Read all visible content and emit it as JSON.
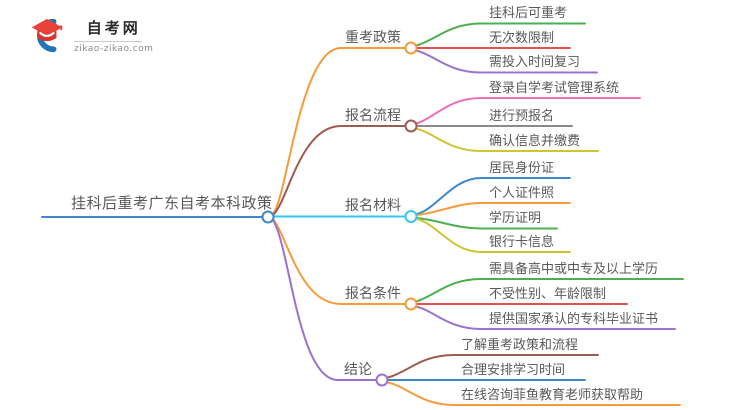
{
  "logo": {
    "site_name": "自考网",
    "site_url": "zikao-zikao.com",
    "icon": "graduation-cap-with-blue-crescent",
    "icon_blue": "#2273b8",
    "icon_red": "#e8433a",
    "icon_red_dark": "#c9322b"
  },
  "colors": {
    "text": "#595959",
    "background": "#ffffff"
  },
  "mindmap": {
    "central": {
      "label": "挂科后重考广东自考本科政策",
      "color": "#3f87c9"
    },
    "branches": [
      {
        "label": "重考政策",
        "color": "#f59b3c",
        "children": [
          {
            "label": "挂科后可重考",
            "color": "#4caf50"
          },
          {
            "label": "无次数限制",
            "color": "#e0524e"
          },
          {
            "label": "需投入时间复习",
            "color": "#9b72cf"
          }
        ]
      },
      {
        "label": "报名流程",
        "color": "#9d5c4d",
        "children": [
          {
            "label": "登录自学考试管理系统",
            "color": "#ef6eb6"
          },
          {
            "label": "进行预报名",
            "color": "#8a8a8a"
          },
          {
            "label": "确认信息并缴费",
            "color": "#cfc433"
          }
        ]
      },
      {
        "label": "报名材料",
        "color": "#36c6f4",
        "children": [
          {
            "label": "居民身份证",
            "color": "#3f87c9"
          },
          {
            "label": "个人证件照",
            "color": "#f59b3c"
          },
          {
            "label": "学历证明",
            "color": "#4caf50"
          },
          {
            "label": "银行卡信息",
            "color": "#cfc433"
          }
        ]
      },
      {
        "label": "报名条件",
        "color": "#f59b3c",
        "children": [
          {
            "label": "需具备高中或中专及以上学历",
            "color": "#4caf50"
          },
          {
            "label": "不受性别、年龄限制",
            "color": "#e0524e"
          },
          {
            "label": "提供国家承认的专科毕业证书",
            "color": "#9b72cf"
          }
        ]
      },
      {
        "label": "结论",
        "color": "#9b72cf",
        "children": [
          {
            "label": "了解重考政策和流程",
            "color": "#9d5c4d"
          },
          {
            "label": "合理安排学习时间",
            "color": "#3f87c9"
          },
          {
            "label": "在线咨询菲鱼教育老师获取帮助",
            "color": "#f59b3c"
          }
        ]
      }
    ]
  }
}
